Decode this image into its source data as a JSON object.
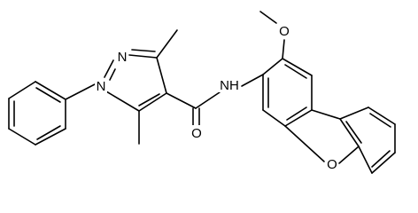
{
  "diagram": {
    "type": "chemical-structure",
    "atom_labels": {
      "n_pyrazole_2": "N",
      "n_pyrazole_1": "N",
      "nh_amide": "NH",
      "o_carbonyl": "O",
      "o_methoxy": "O",
      "o_furan": "O"
    },
    "colors": {
      "bond": "#000000",
      "background": "#ffffff"
    }
  }
}
